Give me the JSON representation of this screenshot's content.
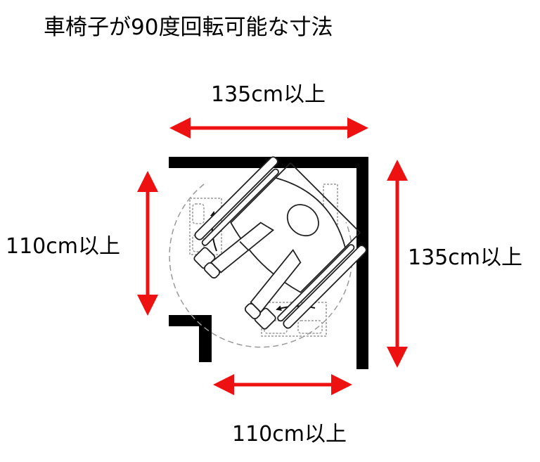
{
  "title": "車椅子が90度回転可能な寸法",
  "dimensions": {
    "top_width": "135cm以上",
    "left_height": "110cm以上",
    "right_height": "135cm以上",
    "bottom_width": "110cm以上"
  },
  "colors": {
    "arrow": "#ee1111",
    "wall": "#000000",
    "drawing": "#333333",
    "ghost": "#999999"
  }
}
